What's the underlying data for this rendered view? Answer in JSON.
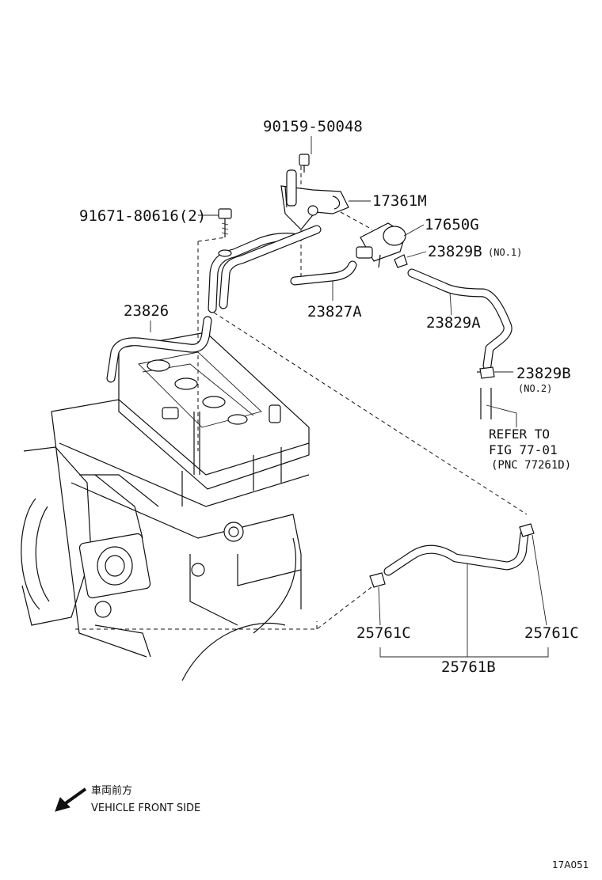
{
  "labels": {
    "p90159": "90159-50048",
    "p17361": "17361M",
    "p91671": "91671-80616(2)",
    "p17650": "17650G",
    "p23829b_no1": "23829B",
    "no1": "(NO.1)",
    "p23826": "23826",
    "p23827a": "23827A",
    "p23829a": "23829A",
    "p23829b_no2": "23829B",
    "no2": "(NO.2)",
    "refer_line1": "REFER TO",
    "refer_line2": "FIG 77-01",
    "refer_line3": "(PNC 77261D)",
    "p25761c_left": "25761C",
    "p25761c_right": "25761C",
    "p25761b": "25761B"
  },
  "legend": {
    "japanese": "車両前方",
    "english": "VEHICLE FRONT SIDE",
    "arrow_icon": "front-direction-arrow-icon"
  },
  "figure_code": "17A051"
}
